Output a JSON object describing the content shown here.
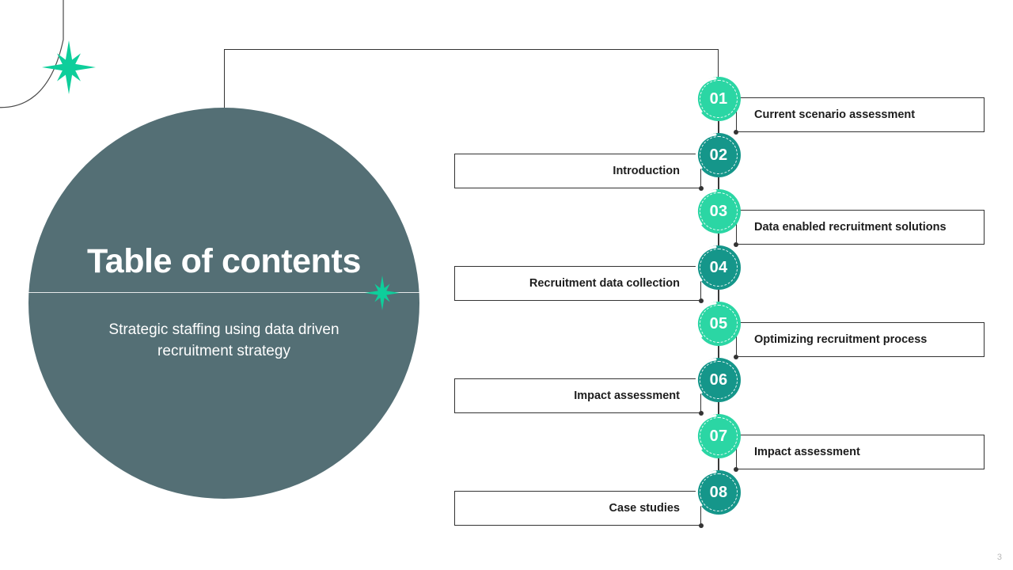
{
  "slide": {
    "title": "Table of contents",
    "subtitle": "Strategic staffing using data driven recruitment strategy",
    "page_number": "3",
    "colors": {
      "hero_circle": "#546F75",
      "node_light": "#2BD6A4",
      "node_dark": "#15968A",
      "line": "#333333",
      "text": "#1d1d1d",
      "page_number": "#b9b9b9"
    },
    "decor": {
      "star_top_left": "sparkle-star-icon",
      "star_on_circle": "sparkle-star-icon",
      "curve_top_left": "curved-line"
    }
  },
  "timeline": {
    "items": [
      {
        "number": "01",
        "label": "Current scenario assessment",
        "side": "right",
        "tone": "light"
      },
      {
        "number": "02",
        "label": "Introduction",
        "side": "left",
        "tone": "dark"
      },
      {
        "number": "03",
        "label": "Data enabled recruitment solutions",
        "side": "right",
        "tone": "light"
      },
      {
        "number": "04",
        "label": "Recruitment data collection",
        "side": "left",
        "tone": "dark"
      },
      {
        "number": "05",
        "label": "Optimizing recruitment process",
        "side": "right",
        "tone": "light"
      },
      {
        "number": "06",
        "label": "Impact assessment",
        "side": "left",
        "tone": "dark"
      },
      {
        "number": "07",
        "label": "Impact assessment",
        "side": "right",
        "tone": "light"
      },
      {
        "number": "08",
        "label": "Case studies",
        "side": "left",
        "tone": "dark"
      }
    ]
  }
}
